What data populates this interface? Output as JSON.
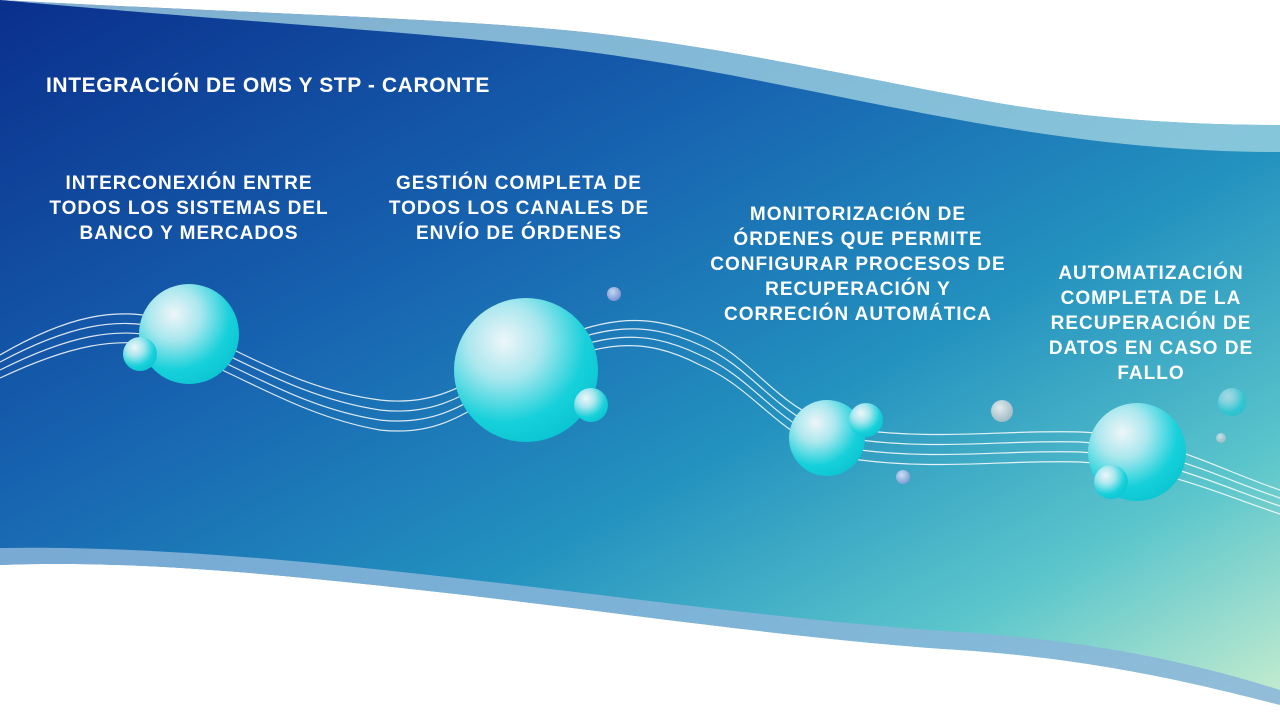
{
  "slide": {
    "title": "INTEGRACIÓN DE OMS Y STP - CARONTE",
    "features": [
      {
        "text": "INTERCONEXIÓN ENTRE TODOS LOS SISTEMAS DEL BANCO Y MERCADOS"
      },
      {
        "text": "GESTIÓN COMPLETA DE TODOS LOS CANALES DE ENVÍO DE ÓRDENES"
      },
      {
        "text": "MONITORIZACIÓN DE ÓRDENES QUE PERMITE CONFIGURAR PROCESOS DE RECUPERACIÓN Y CORRECIÓN AUTOMÁTICA"
      },
      {
        "text": "AUTOMATIZACIÓN COMPLETA DE LA RECUPERACIÓN DE DATOS EN CASO DE FALLO"
      }
    ]
  },
  "theme": {
    "band_start": "#0d3a8f",
    "band_mid": "#1f8bbf",
    "band_end": "#b8ead0",
    "bubble": "#0fd3dc",
    "edge": "#7fb3d8"
  },
  "icons": [
    "bubble-icon",
    "wave-line-icon"
  ]
}
